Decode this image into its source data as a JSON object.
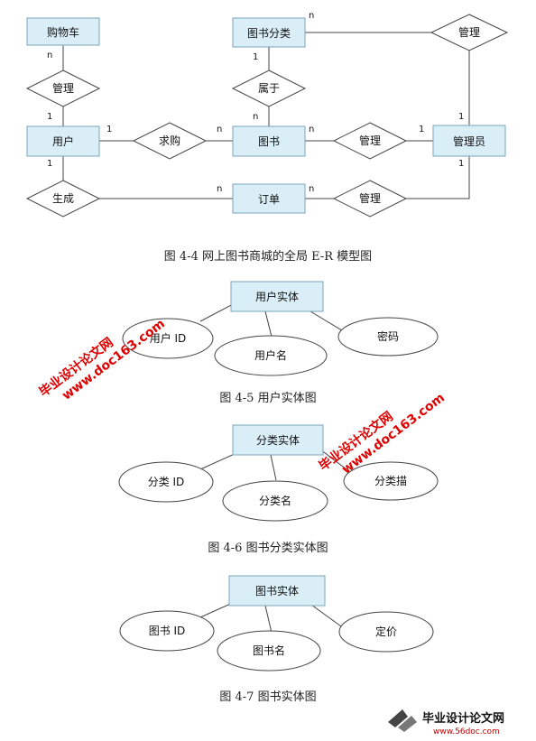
{
  "er": {
    "entities": {
      "cart": "购物车",
      "category": "图书分类",
      "user": "用户",
      "book": "图书",
      "admin": "管理员",
      "order": "订单"
    },
    "relations": {
      "manage_user_cart": "管理",
      "belongs": "属于",
      "manage_admin_cat": "管理",
      "buy": "求购",
      "manage_admin_book": "管理",
      "generate": "生成",
      "manage_admin_order": "管理"
    },
    "cardinalities": {
      "cart_n": "n",
      "user_1_a": "1",
      "cat_n": "n",
      "cat_1": "1",
      "book_n_a": "n",
      "user_1_b": "1",
      "book_n_b": "n",
      "book_n_c": "n",
      "admin_1_a": "1",
      "admin_1_b": "1",
      "admin_1_c": "1",
      "user_1_c": "1",
      "order_n_a": "n",
      "order_n_b": "n"
    }
  },
  "user_entity": {
    "title": "用户实体",
    "attrs": [
      "用户 ID",
      "用户名",
      "密码"
    ]
  },
  "category_entity": {
    "title": "分类实体",
    "attrs": [
      "分类 ID",
      "分类名",
      "分类描"
    ]
  },
  "book_entity": {
    "title": "图书实体",
    "attrs": [
      "图书 ID",
      "图书名",
      "定价"
    ]
  },
  "captions": {
    "fig44": "图 4-4  网上图书商城的全局 E-R 模型图",
    "fig45": "图 4-5  用户实体图",
    "fig46": "图 4-6  图书分类实体图",
    "fig47": "图 4-7  图书实体图"
  },
  "watermarks": {
    "wm1_cn": "毕业设计论文网",
    "wm1_url": "www.doc163.com",
    "wm2_cn": "毕业设计论文网",
    "wm2_url": "www.doc163.com",
    "logo_cn": "毕业设计论文网",
    "logo_url": "www.56doc.com"
  }
}
